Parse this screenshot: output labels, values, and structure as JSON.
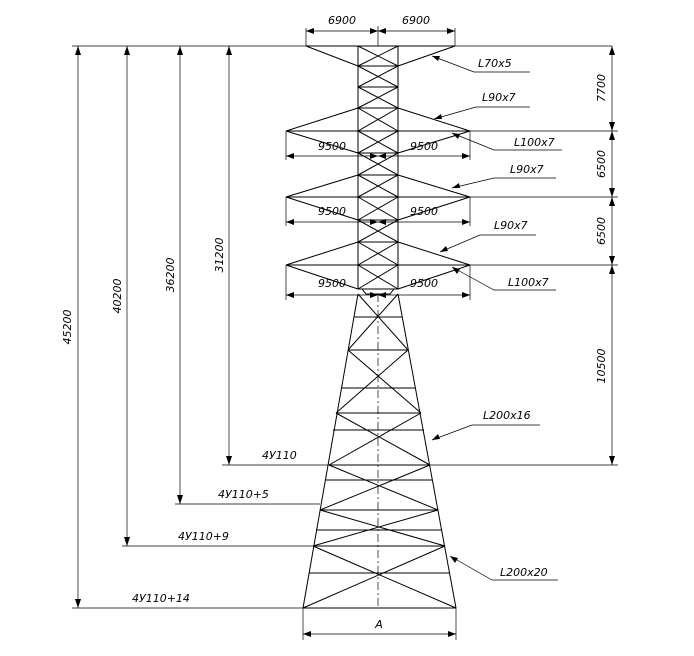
{
  "dimensions": {
    "top_arm_left": "6900",
    "top_arm_right": "6900",
    "arm1_left": "9500",
    "arm1_right": "9500",
    "arm2_left": "9500",
    "arm2_right": "9500",
    "arm3_left": "9500",
    "arm3_right": "9500",
    "gap_top": "7700",
    "gap_mid1": "6500",
    "gap_mid2": "6500",
    "gap_lower": "10500",
    "height_45200": "45200",
    "height_40200": "40200",
    "height_36200": "36200",
    "height_31200": "31200",
    "base_width": "A"
  },
  "members": {
    "top_arm": "L70x5",
    "upper_chord_1": "L90x7",
    "lower_chord_1": "L100x7",
    "upper_chord_2": "L90x7",
    "upper_chord_3": "L90x7",
    "lower_chord_3": "L100x7",
    "leg_mid": "L200x16",
    "leg_low": "L200x20"
  },
  "levels": {
    "base_31200": "4У110",
    "base_36200": "4У110+5",
    "base_40200": "4У110+9",
    "base_45200": "4У110+14"
  }
}
